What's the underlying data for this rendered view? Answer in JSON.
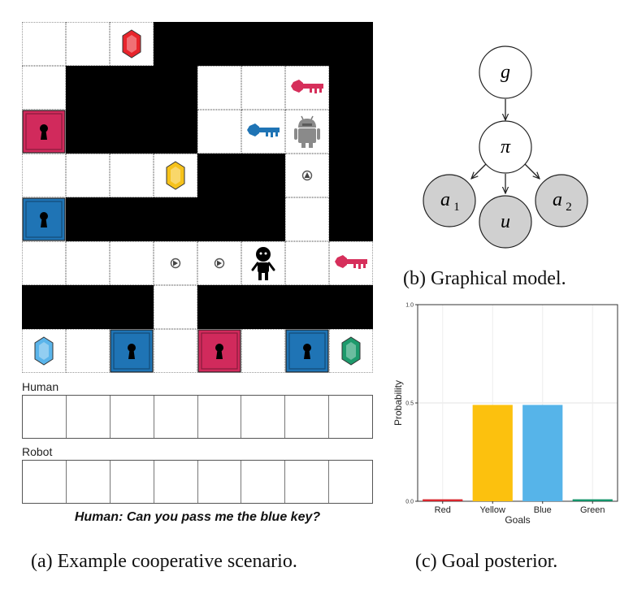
{
  "scenario": {
    "grid": [
      "...wwwww",
      ".www...w",
      "Rwww...w",
      "....ww.w",
      "Bwwwww.w",
      "........",
      "www.wwww",
      "..B.R.B."
    ],
    "items": [
      {
        "type": "gem",
        "color": "#e8242b",
        "r": 0,
        "c": 2,
        "name": "red-gem-icon"
      },
      {
        "type": "key",
        "color": "#d62f5b",
        "r": 1,
        "c": 6,
        "name": "red-key-icon"
      },
      {
        "type": "key",
        "color": "#1f74b5",
        "r": 2,
        "c": 5,
        "name": "blue-key-icon"
      },
      {
        "type": "robot",
        "r": 2,
        "c": 6,
        "name": "robot-agent-icon"
      },
      {
        "type": "gem",
        "color": "#f6c21b",
        "r": 3,
        "c": 3,
        "name": "yellow-gem-icon"
      },
      {
        "type": "arrow",
        "dir": "up",
        "r": 3,
        "c": 6,
        "name": "robot-path-arrow-icon"
      },
      {
        "type": "arrow",
        "dir": "right",
        "r": 5,
        "c": 3,
        "name": "human-path-arrow-icon"
      },
      {
        "type": "arrow",
        "dir": "right",
        "r": 5,
        "c": 4,
        "name": "human-path-arrow-icon"
      },
      {
        "type": "human",
        "r": 5,
        "c": 5,
        "name": "human-agent-icon"
      },
      {
        "type": "key",
        "color": "#d62f5b",
        "r": 5,
        "c": 7,
        "name": "red-key-icon"
      },
      {
        "type": "gem",
        "color": "#5ab4ea",
        "r": 7,
        "c": 0,
        "name": "blue-gem-icon"
      },
      {
        "type": "gem",
        "color": "#1d9a6c",
        "r": 7,
        "c": 7,
        "name": "green-gem-icon"
      }
    ],
    "door_colors": {
      "R": "#d12a5c",
      "B": "#1f74b5"
    },
    "human_label": "Human",
    "robot_label": "Robot",
    "inventory_slots": 8,
    "utterance": "Human: Can you pass me the blue key?",
    "caption": "(a) Example cooperative scenario."
  },
  "graphical_model": {
    "nodes": {
      "g": "g",
      "pi": "π",
      "a1": "a",
      "a1_sub": "1",
      "u": "u",
      "a2": "a",
      "a2_sub": "2"
    },
    "caption": "(b) Graphical model."
  },
  "chart_data": {
    "type": "bar",
    "categories": [
      "Red",
      "Yellow",
      "Blue",
      "Green"
    ],
    "values": [
      0.01,
      0.49,
      0.49,
      0.01
    ],
    "colors": [
      "#d8262d",
      "#fcc10e",
      "#56b4e9",
      "#13946a"
    ],
    "xlabel": "Goals",
    "ylabel": "Probability",
    "ylim": [
      0,
      1.0
    ],
    "yticks": [
      "0.0",
      "0.5",
      "1.0"
    ],
    "grid": true
  },
  "chart_caption": "(c) Goal posterior."
}
